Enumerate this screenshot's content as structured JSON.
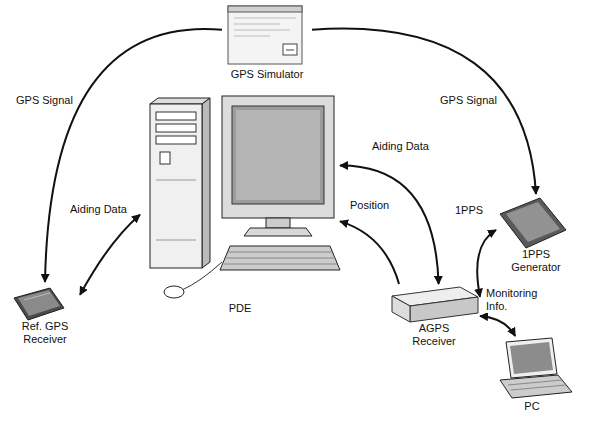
{
  "diagram": {
    "nodes": [
      {
        "text": [
          "GPS Simulator"
        ]
      },
      {
        "text": [
          "Ref. GPS Receiver"
        ]
      },
      {
        "text": [
          "PDE"
        ]
      },
      {
        "text": [
          "AGPS Receiver"
        ]
      },
      {
        "text": [
          "1PPS Generator"
        ]
      },
      {
        "text": [
          "PC"
        ]
      }
    ],
    "edges": [
      {
        "from": 0,
        "to": 1,
        "label": "GPS Signal",
        "arrow": "to"
      },
      {
        "from": 0,
        "to": 4,
        "label": "GPS Signal",
        "arrow": "to"
      },
      {
        "from": 1,
        "to": 2,
        "label": "Aiding Data",
        "arrow": "both"
      },
      {
        "from": 2,
        "to": 3,
        "label": "Aiding Data",
        "arrow": "both"
      },
      {
        "from": 3,
        "to": 2,
        "label": "Position",
        "arrow": "to"
      },
      {
        "from": 4,
        "to": 3,
        "label": "1PPS",
        "arrow": "both"
      },
      {
        "from": 3,
        "to": 5,
        "label": "Monitoring Info.",
        "arrow": "both"
      }
    ]
  }
}
